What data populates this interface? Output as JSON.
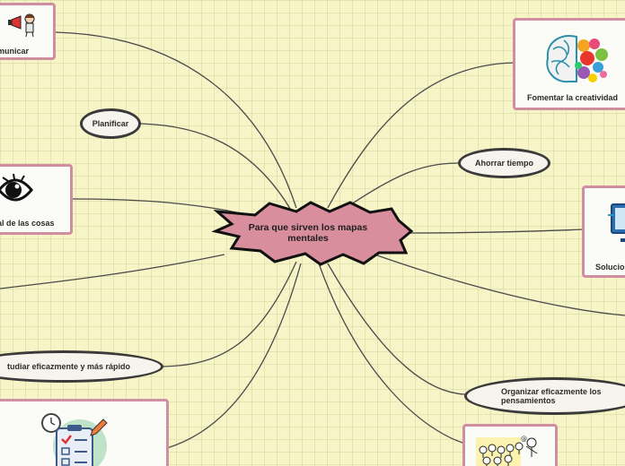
{
  "central": {
    "title": "Para que sirven los mapas mentales",
    "fill": "#d98e9e"
  },
  "topics": {
    "comunicar": "municar",
    "planificar": "Planificar",
    "visual": "al de las cosas",
    "estudiar": "tudiar eficazmente y más rápido",
    "creatividad": "Fomentar la creatividad",
    "ahorrar": "Ahorrar tiempo",
    "solucionar": "Solucio",
    "organizar": "Organizar eficazmente los pensamientos"
  },
  "icons": {
    "comunicar": "megaphone-person-icon",
    "visual": "eye-icon",
    "estudiar": "checklist-clipboard-icon",
    "creatividad": "colorful-brain-icon",
    "solucionar": "computer-monitor-icon",
    "organizar": "team-people-icon"
  },
  "colors": {
    "card_border": "#cf8fa0",
    "pill_border": "#3a3a3a",
    "background": "#f7f4c8"
  }
}
